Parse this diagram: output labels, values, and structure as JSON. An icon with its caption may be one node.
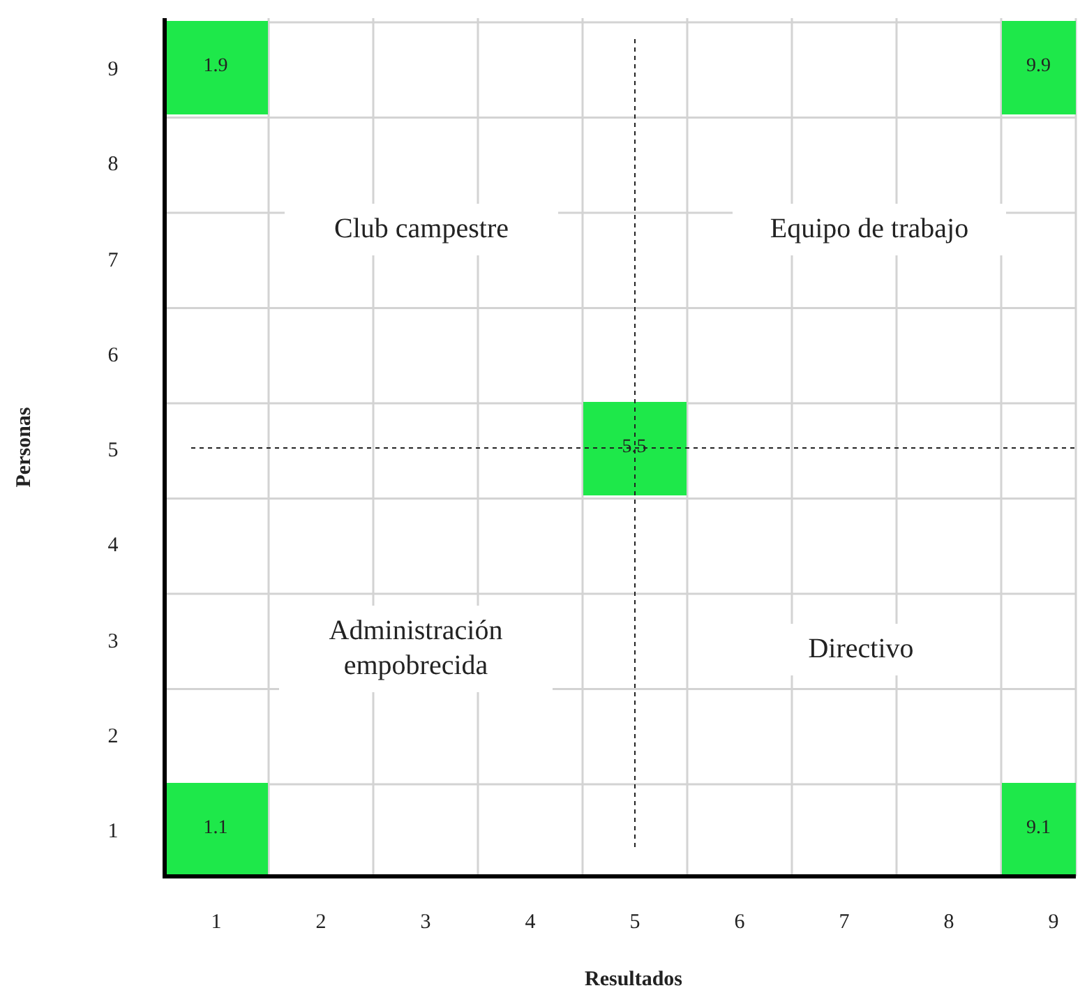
{
  "diagram": {
    "nodes": [
      {
        "text": [
          "1.9"
        ]
      },
      {
        "text": [
          "9.9"
        ]
      },
      {
        "text": [
          "5.5"
        ]
      },
      {
        "text": [
          "1.1"
        ]
      },
      {
        "text": [
          "9.1"
        ]
      }
    ],
    "labels": [
      "9",
      "8",
      "7",
      "6",
      "5",
      "4",
      "3",
      "2",
      "1",
      "Club campestre",
      "Equipo de trabajo",
      "Administración empobrecida",
      "Directivo",
      "1",
      "2",
      "3",
      "4",
      "5",
      "6",
      "7",
      "8",
      "9",
      "Personas",
      "Resultados"
    ]
  }
}
